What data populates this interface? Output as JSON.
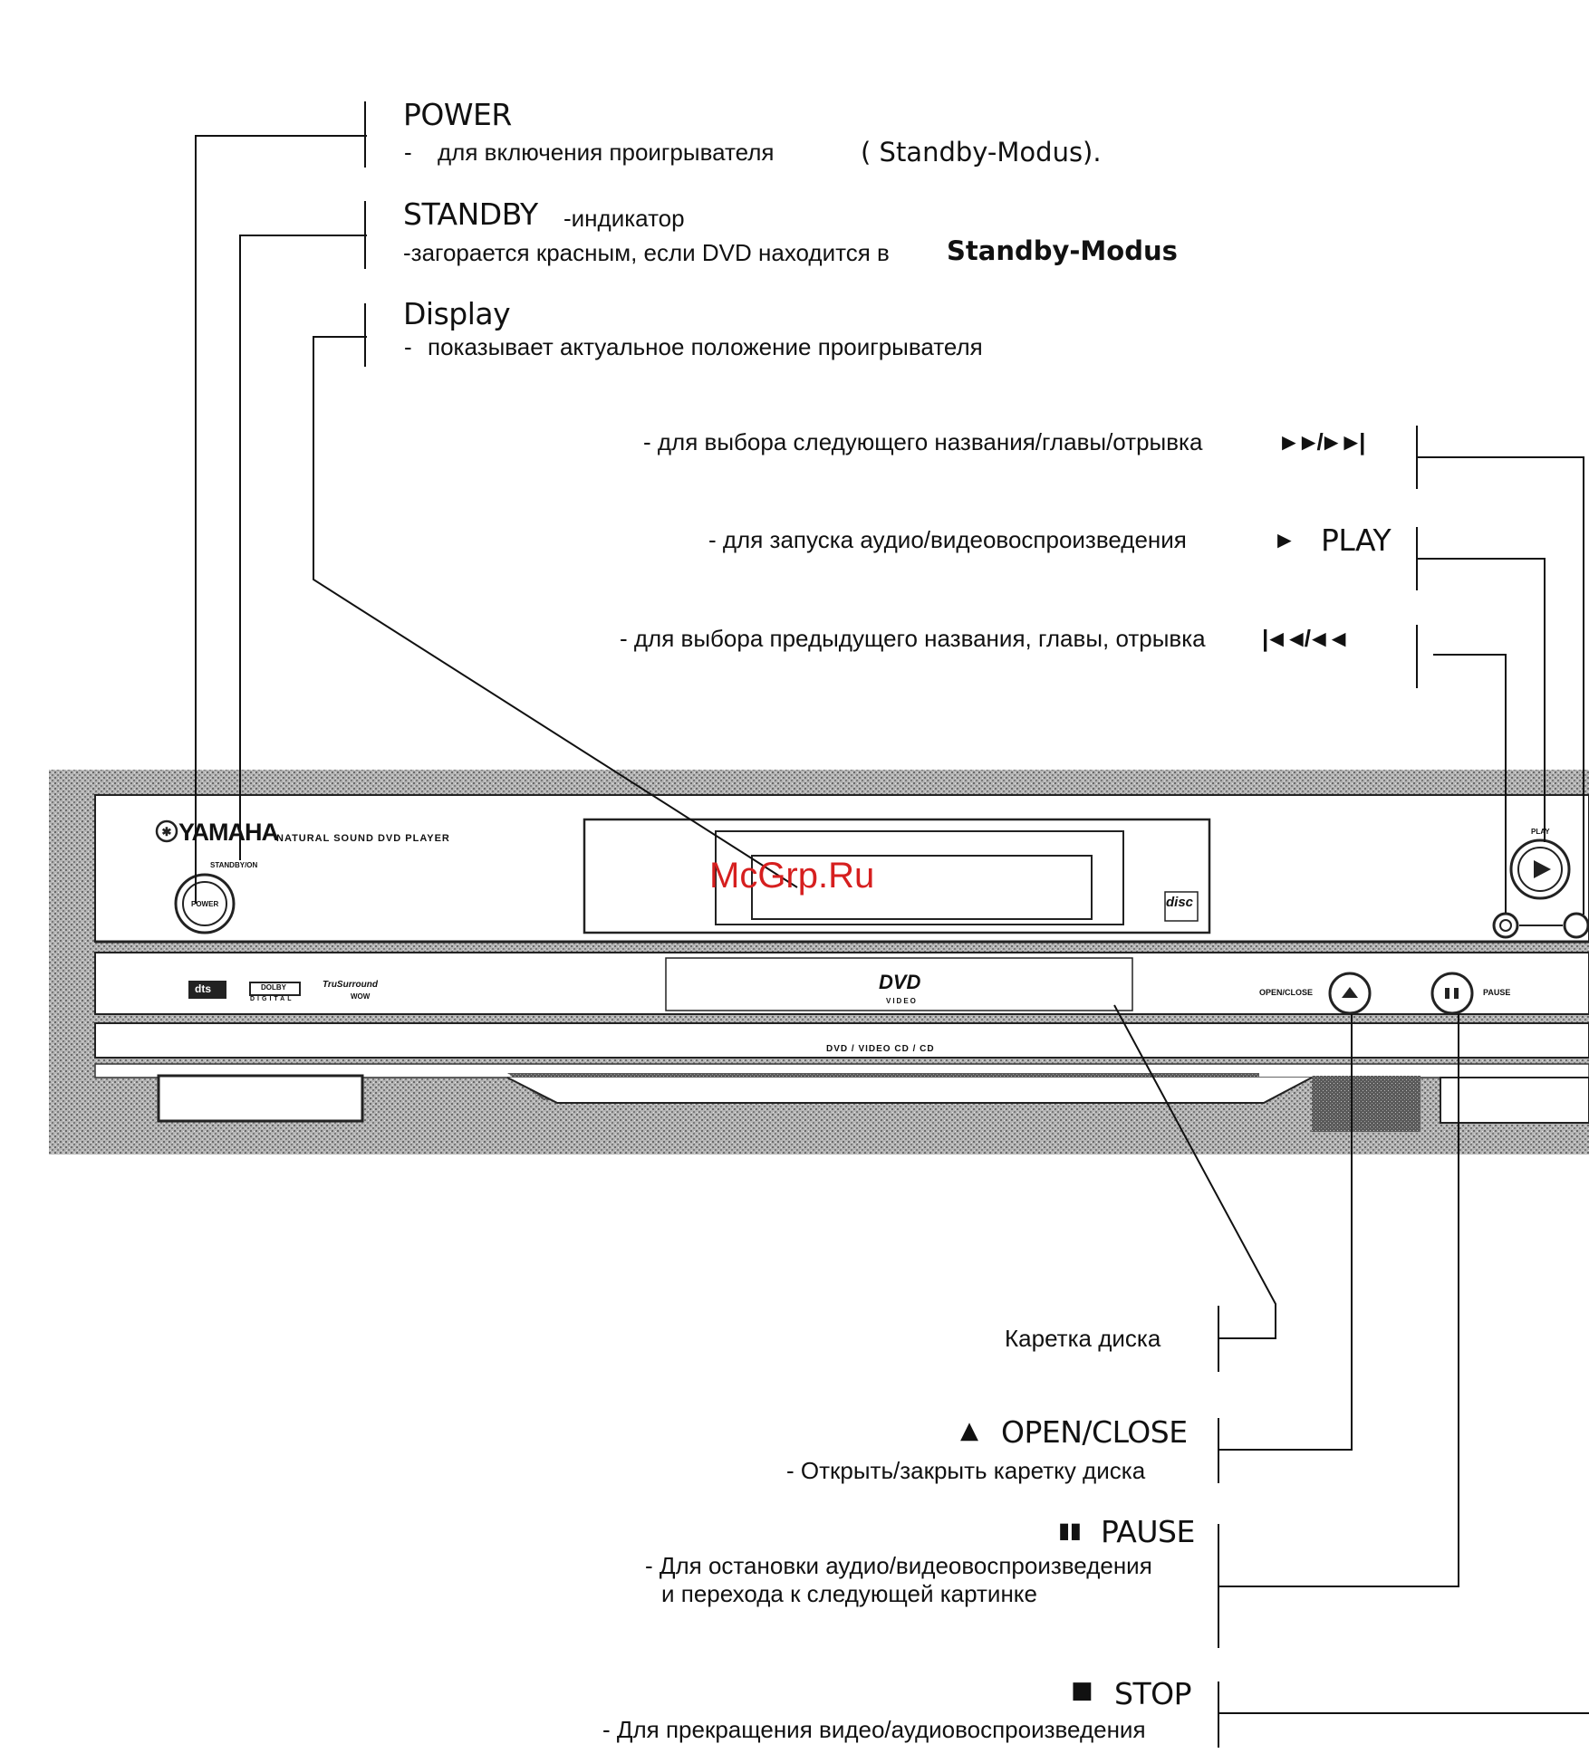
{
  "top": {
    "power": {
      "title": "POWER",
      "dash": "-",
      "desc": "для включения проигрывателя",
      "extra": "( Standby-Modus)."
    },
    "standby": {
      "title": "STANDBY",
      "suffix": "-индикатор",
      "desc": "-загорается красным, если DVD находится в",
      "desc_bold": "Standby-Modus"
    },
    "display": {
      "title": "Display",
      "dash": "-",
      "desc": "показывает актуальное положение проигрывателя"
    }
  },
  "right": {
    "next": {
      "desc": "- для выбора следующего названия/главы/отрывка",
      "symbol": "►►/►►|"
    },
    "play": {
      "desc": "- для запуска аудио/видеовоспроизведения",
      "symbol": "►",
      "title": "PLAY"
    },
    "prev": {
      "desc": "- для выбора предыдущего названия, главы, отрывка",
      "symbol": "|◄◄/◄◄"
    }
  },
  "bottom": {
    "tray": {
      "desc": "Каретка диска"
    },
    "open_close": {
      "symbol": "▲",
      "title": "OPEN/CLOSE",
      "desc": "- Открыть/закрыть каретку диска"
    },
    "pause": {
      "symbol": "▮▮",
      "title": "PAUSE",
      "desc1": "- Для остановки аудио/видеовоспроизведения",
      "desc2": "и перехода к следующей картинке"
    },
    "stop": {
      "symbol": "■",
      "title": "STOP",
      "desc": "- Для прекращения видео/аудиовоспроизведения"
    }
  },
  "device": {
    "brand": "YAMAHA",
    "model": "NATURAL SOUND DVD PLAYER",
    "standby_label": "STANDBY/ON",
    "power_label": "POWER",
    "play_label": "PLAY",
    "open_close_label": "OPEN/CLOSE",
    "pause_label": "PAUSE",
    "dvd_logo": "DVD",
    "dvd_logo_sub": "VIDEO",
    "formats": "DVD / VIDEO CD / CD",
    "dts_logo": "dts",
    "dolby_logo": "DOLBY",
    "dolby_sub": "DIGITAL",
    "trusurround_logo": "TruSurround",
    "trusurround_sub": "WOW",
    "disc_logo": "disc"
  },
  "watermark": "McGrp.Ru"
}
